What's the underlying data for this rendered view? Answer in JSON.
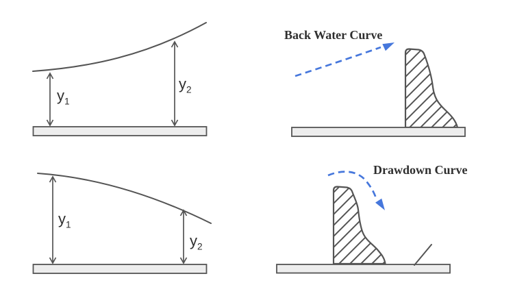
{
  "colors": {
    "line": "#545454",
    "bed_fill": "#ededed",
    "arrow_blue": "#4677dc",
    "text_dark": "#2e2e2e",
    "label": "#2f2f2f"
  },
  "panels": {
    "top_left": {
      "y1": {
        "base": "y",
        "sub": "1"
      },
      "y2": {
        "base": "y",
        "sub": "2"
      }
    },
    "top_right": {
      "caption": "Back Water Curve"
    },
    "bottom_left": {
      "y1": {
        "base": "y",
        "sub": "1"
      },
      "y2": {
        "base": "y",
        "sub": "2"
      }
    },
    "bottom_right": {
      "caption": "Drawdown Curve"
    }
  }
}
